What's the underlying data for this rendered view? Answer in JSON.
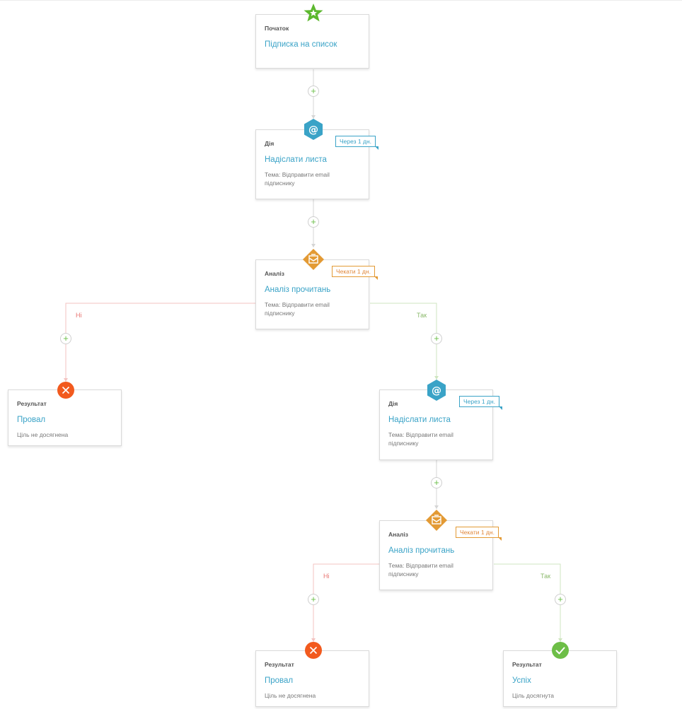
{
  "colors": {
    "start": "#5cb82e",
    "action": "#3aa3c7",
    "analysis": "#e39a34",
    "fail": "#f25a1e",
    "success": "#6dbe47",
    "no_branch": "#e8736f",
    "yes_branch": "#8ab86a"
  },
  "add_button_label": "+",
  "start": {
    "kind": "Початок",
    "title": "Підписка на список",
    "icon": "star-icon"
  },
  "action1": {
    "kind": "Дія",
    "title": "Надіслати листа",
    "desc": "Тема: Відправити email підписнику",
    "tag": "Через 1 дн.",
    "icon": "at-sign-icon"
  },
  "analysis1": {
    "kind": "Аналіз",
    "title": "Аналіз прочитань",
    "desc": "Тема: Відправити email підписнику",
    "tag": "Чекати 1 дн.",
    "icon": "open-envelope-icon",
    "no_label": "Ні",
    "yes_label": "Так"
  },
  "result1": {
    "kind": "Результат",
    "title": "Провал",
    "desc": "Ціль не досягнена",
    "icon": "x-icon"
  },
  "action2": {
    "kind": "Дія",
    "title": "Надіслати листа",
    "desc": "Тема: Відправити email підписнику",
    "tag": "Через 1 дн.",
    "icon": "at-sign-icon"
  },
  "analysis2": {
    "kind": "Аналіз",
    "title": "Аналіз прочитань",
    "desc": "Тема: Відправити email підписнику",
    "tag": "Чекати 1 дн.",
    "icon": "open-envelope-icon",
    "no_label": "Ні",
    "yes_label": "Так"
  },
  "result2": {
    "kind": "Результат",
    "title": "Провал",
    "desc": "Ціль не досягнена",
    "icon": "x-icon"
  },
  "result3": {
    "kind": "Результат",
    "title": "Успіх",
    "desc": "Ціль досягнута",
    "icon": "checkmark-icon"
  }
}
